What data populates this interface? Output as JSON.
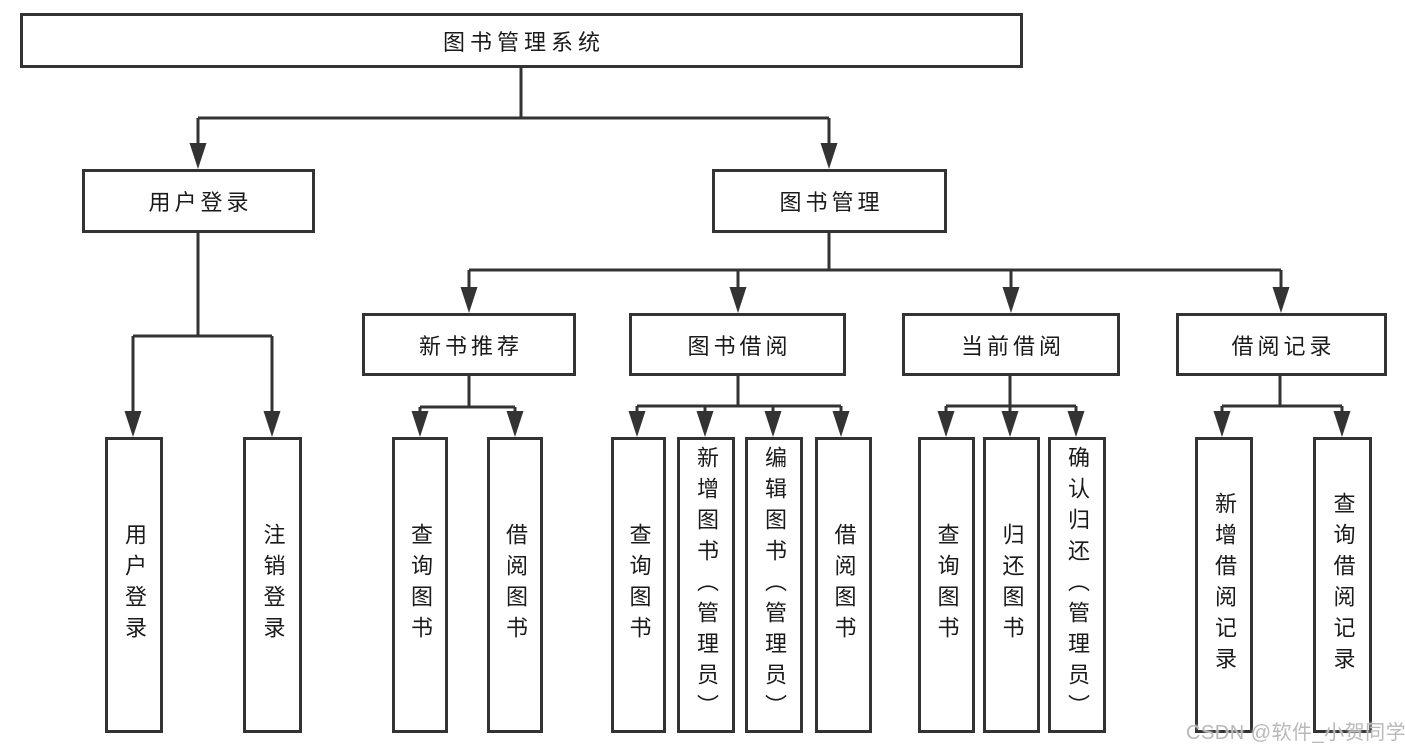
{
  "diagram": {
    "title": "图书管理系统",
    "nodes": {
      "root": {
        "label": "图书管理系统"
      },
      "userLogin": {
        "label": "用户登录"
      },
      "bookMgmt": {
        "label": "图书管理"
      },
      "login": {
        "label": "用户登录"
      },
      "logout": {
        "label": "注销登录"
      },
      "newRec": {
        "label": "新书推荐"
      },
      "bookBorrow": {
        "label": "图书借阅"
      },
      "curBorrow": {
        "label": "当前借阅"
      },
      "borrowRec": {
        "label": "借阅记录"
      },
      "nrQuery": {
        "label": "查询图书"
      },
      "nrBorrow": {
        "label": "借阅图书"
      },
      "bbQuery": {
        "label": "查询图书"
      },
      "bbAdd": {
        "label": "新增图书（管理员）"
      },
      "bbEdit": {
        "label": "编辑图书（管理员）"
      },
      "bbBorrow": {
        "label": "借阅图书"
      },
      "cbQuery": {
        "label": "查询图书"
      },
      "cbReturn": {
        "label": "归还图书"
      },
      "cbConfirm": {
        "label": "确认归还（管理员）"
      },
      "brAdd": {
        "label": "新增借阅记录"
      },
      "brQuery": {
        "label": "查询借阅记录"
      }
    },
    "colors": {
      "line": "#333333",
      "text": "#1a1a1a",
      "watermark_text": "#b9b9b9",
      "background": "#ffffff"
    }
  },
  "watermark": "CSDN @软件_小贺同学"
}
